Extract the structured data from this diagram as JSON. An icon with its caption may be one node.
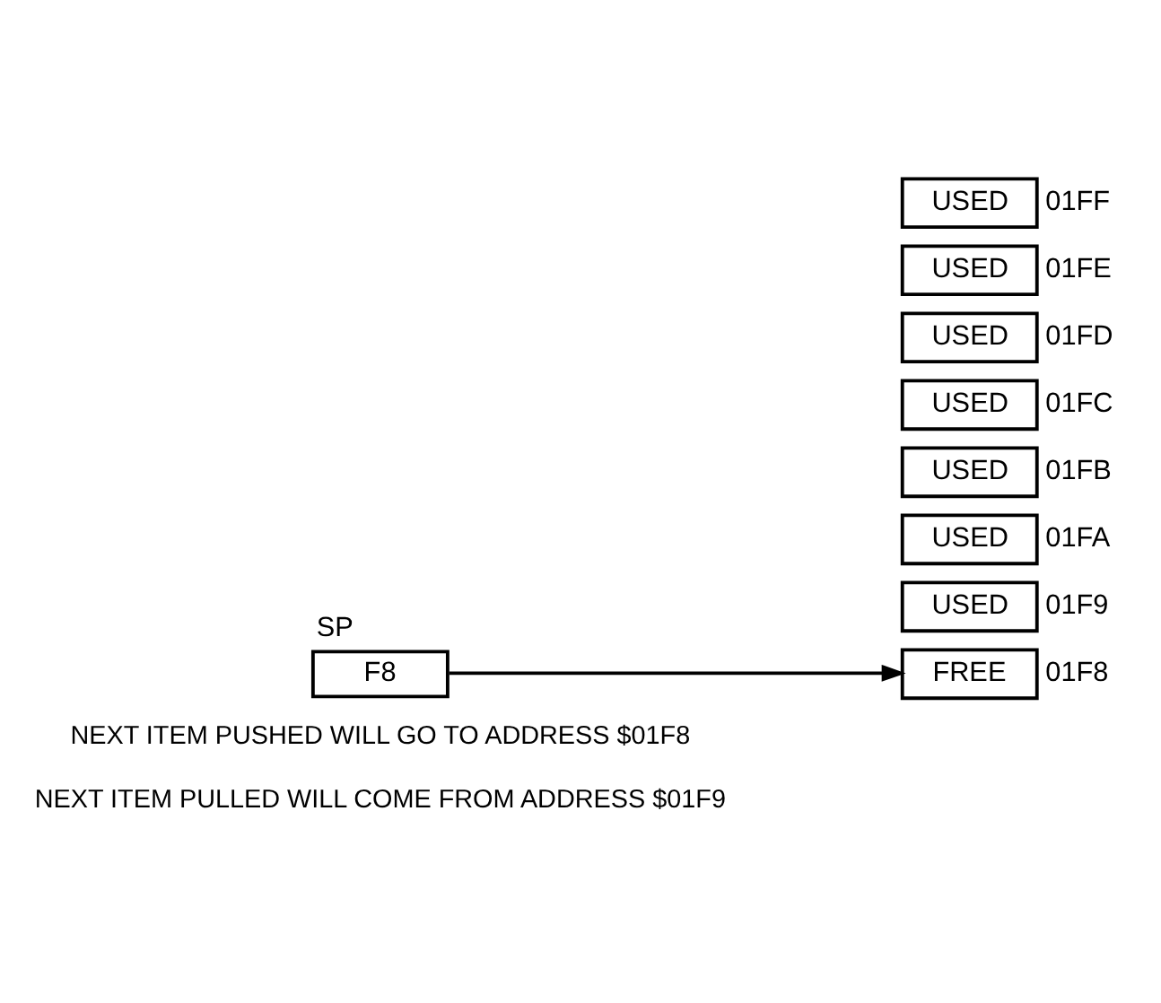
{
  "diagram": {
    "nodes": [
      {
        "text": [
          "SP",
          "F8"
        ]
      },
      {
        "text": [
          "USED"
        ],
        "beside": [
          "01FF"
        ]
      },
      {
        "text": [
          "USED"
        ],
        "beside": [
          "01FE"
        ]
      },
      {
        "text": [
          "USED"
        ],
        "beside": [
          "01FD"
        ]
      },
      {
        "text": [
          "USED"
        ],
        "beside": [
          "01FC"
        ]
      },
      {
        "text": [
          "USED"
        ],
        "beside": [
          "01FB"
        ]
      },
      {
        "text": [
          "USED"
        ],
        "beside": [
          "01FA"
        ]
      },
      {
        "text": [
          "USED"
        ],
        "beside": [
          "01F9"
        ]
      },
      {
        "text": [
          "FREE"
        ],
        "beside": [
          "01F8"
        ]
      }
    ],
    "edges": [
      {
        "from": 0,
        "to": 8,
        "arrow": "to"
      }
    ],
    "labels": [
      "NEXT ITEM PUSHED WILL GO TO ADDRESS $01F8",
      "NEXT ITEM PULLED WILL COME FROM ADDRESS $01F9"
    ]
  }
}
